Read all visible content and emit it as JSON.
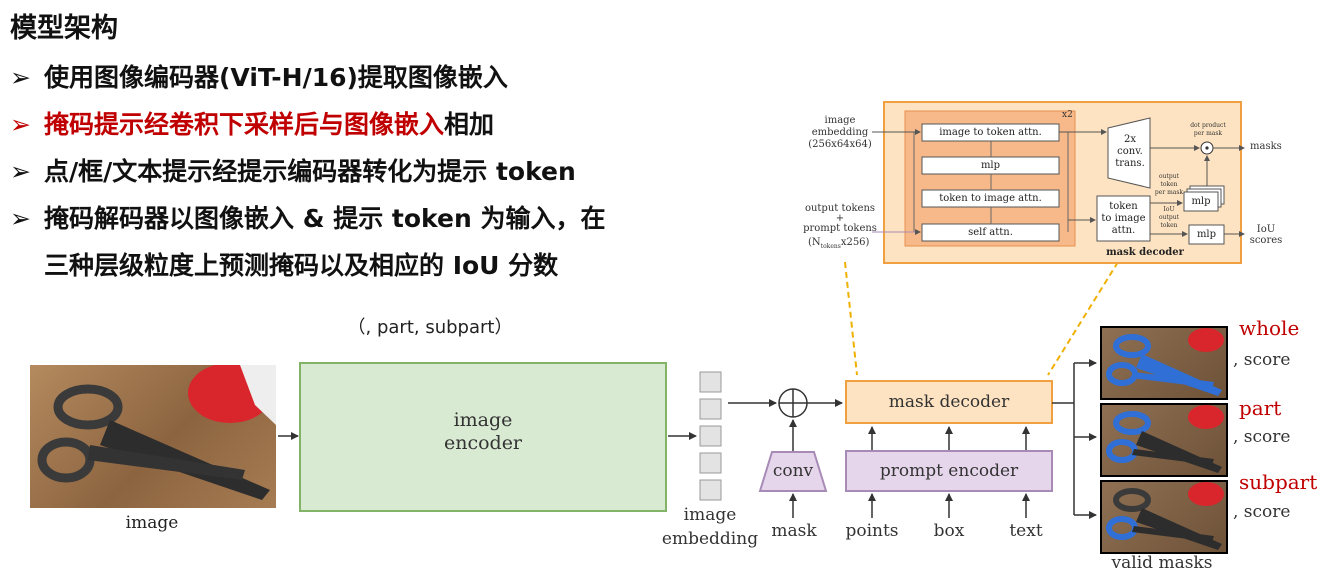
{
  "slide": {
    "title": "模型架构",
    "bullet_marker": "➢",
    "bullets": [
      {
        "text": "使用图像编码器(ViT-H/16)提取图像嵌入"
      },
      {
        "highlight": "掩码提示经卷积下采样后与图像嵌入",
        "rest": "相加"
      },
      {
        "text": "点/框/文本提示经提示编码器转化为提示 token"
      },
      {
        "text": "掩码解码器以图像嵌入 & 提示 token 为输入，在",
        "cont": "三种层级粒度上预测掩码以及相应的 IoU 分数"
      }
    ]
  },
  "diagram": {
    "granularity_label": "（, part, subpart）",
    "image_caption": "image",
    "encoder_label": "image\nencoder",
    "embedding_label": "image\nembedding",
    "conv_label": "conv",
    "mask_label": "mask",
    "mask_decoder_label": "mask decoder",
    "prompt_encoder_label": "prompt encoder",
    "prompt_inputs": [
      "points",
      "box",
      "text"
    ],
    "outputs": [
      {
        "name": "whole",
        "score": ", score"
      },
      {
        "name": "part",
        "score": ", score"
      },
      {
        "name": "subpart",
        "score": ", score"
      }
    ],
    "valid_masks": "valid masks"
  },
  "inset": {
    "image_embedding": "image\nembedding\n(256x64x64)",
    "output_tokens": "output tokens\n+\nprompt tokens",
    "tokens_dim_prefix": "(N",
    "tokens_dim_sub": "tokens",
    "tokens_dim_suffix": "x256)",
    "x2": "x2",
    "layers": [
      "image to token attn.",
      "mlp",
      "token to image attn.",
      "self attn."
    ],
    "upscale": "2x\nconv.\ntrans.",
    "token_to_image": "token\nto image\nattn.",
    "dot_product": "dot product\nper mask",
    "output_token_per_mask": "output\ntoken\nper mask",
    "iou_output_token": "IoU\noutput\ntoken",
    "mlp": "mlp",
    "masks": "masks",
    "iou_scores": "IoU\nscores",
    "caption": "mask decoder"
  },
  "colors": {
    "highlight": "#c00000",
    "encoder_fill": "#d9ead3",
    "encoder_stroke": "#82b366",
    "decoder_fill": "#fde3c1",
    "decoder_stroke": "#f0a040",
    "prompt_fill": "#e6d6ec",
    "prompt_stroke": "#a78bb6",
    "mask_blue": "#2f6fd6"
  }
}
